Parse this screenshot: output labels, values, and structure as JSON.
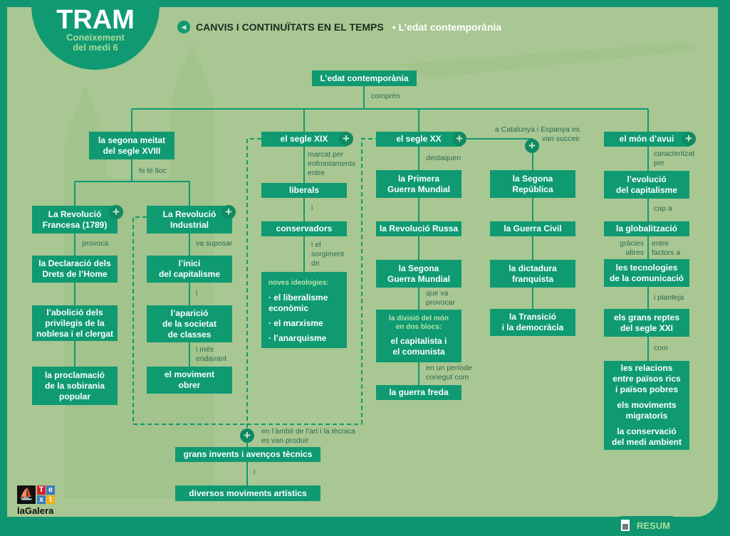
{
  "brand": {
    "title": "TRAM",
    "subtitle": "Coneixement\ndel medi 6",
    "logo_text": "laGalera",
    "logo_letters": [
      "T",
      "e",
      "x",
      "t"
    ]
  },
  "header": {
    "title": "CANVIS I CONTINUÏTATS EN EL TEMPS",
    "section": "• L’edat contemporània"
  },
  "colors": {
    "frame": "#0f9570",
    "background": "#a9c792",
    "box": "#0f9a72",
    "label": "#2b6a52",
    "subhead": "#b7e3a8"
  },
  "map": {
    "root": "L’edat contemporània",
    "root_link": "comprèn",
    "c1": {
      "title": "la segona meitat\ndel segle XVIII",
      "link": "hi té lloc",
      "a": {
        "title": "La Revolució\nFrancesa (1789)",
        "link": "provoca",
        "items": [
          "la Declaració dels\nDrets de l’Home",
          "l’abolició dels\nprivilegis de la\nnoblesa i el clergat",
          "la proclamació\nde la sobirania\npopular"
        ]
      },
      "b": {
        "title": "La Revolució\nIndustrial",
        "link1": "va suposar",
        "i1": "l’inici\ndel capitalisme",
        "link2": "i",
        "i2": "l’aparició\nde la societat\nde classes",
        "link3": "i més\nendavant",
        "i3": "el moviment\nobrer"
      }
    },
    "c2": {
      "title": "el segle XIX",
      "link1": "marcat per\nenfrontaments\nentre",
      "i1": "liberals",
      "link2": "i",
      "i2": "conservadors",
      "link3": "i el\nsorgiment\nde",
      "ideas_head": "noves ideologies:",
      "ideas": [
        "· el liberalisme\n  econòmic",
        "· el marxisme",
        "· l’anarquisme"
      ]
    },
    "c3": {
      "title": "el segle XX",
      "link1": "destaquen",
      "i1": "la Primera\nGuerra Mundial",
      "i2": "la Revolució Russa",
      "i3": "la Segona\nGuerra Mundial",
      "link2": "que va\nprovocar",
      "div_head": "la divisió del món\nen dos blocs:",
      "div_body": "el capitalista i\nel comunista",
      "link3": "en un període\nconegut com",
      "i4": "la guerra freda"
    },
    "c4": {
      "link": "a Catalunya i Espanya es\nvan succeir",
      "items": [
        "la Segona\nRepública",
        "la Guerra Civil",
        "la dictadura\nfranquista",
        "la Transició\ni la democràcia"
      ]
    },
    "c5": {
      "title": "el món d’avui",
      "link1": "caracteritzat\nper",
      "i1": "l’evolució\ndel capitalisme",
      "link2": "cap a",
      "i2": "la globalització",
      "link3a": "gràcies\naltres",
      "link3b": "entre\nfactors a",
      "i3": "les tecnologies\nde la comunicació",
      "link4": "i planteja",
      "i4": "els grans reptes\ndel segle XXI",
      "link5": "com",
      "challenges": [
        "les relacions\nentre països rics\ni països pobres",
        "els moviments\nmigratoris",
        "la conservació\ndel medi ambient"
      ]
    },
    "art": {
      "link": "en l’àmbit de l’art i la tècnica\nes van produir",
      "i1": "grans invents i avenços tècnics",
      "link2": "i",
      "i2": "diversos moviments artístics"
    }
  },
  "plus_symbol": "+",
  "resum_label": "RESUM"
}
